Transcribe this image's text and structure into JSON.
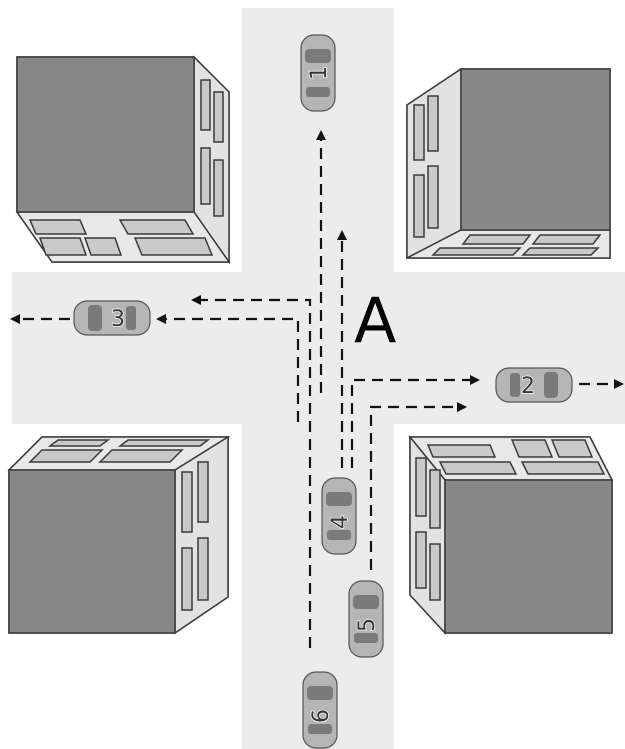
{
  "intersection_label": "A",
  "colors": {
    "road": "#ececec",
    "building_top": "#888888",
    "building_side": "#e6e6e6",
    "building_edge": "#3a3a3a",
    "car_body": "#b5b5b5",
    "path": "#111111"
  },
  "cars": [
    {
      "id": "1",
      "heading": "north"
    },
    {
      "id": "2",
      "heading": "east"
    },
    {
      "id": "3",
      "heading": "west"
    },
    {
      "id": "4",
      "heading": "north"
    },
    {
      "id": "5",
      "heading": "north"
    },
    {
      "id": "6",
      "heading": "north"
    }
  ]
}
